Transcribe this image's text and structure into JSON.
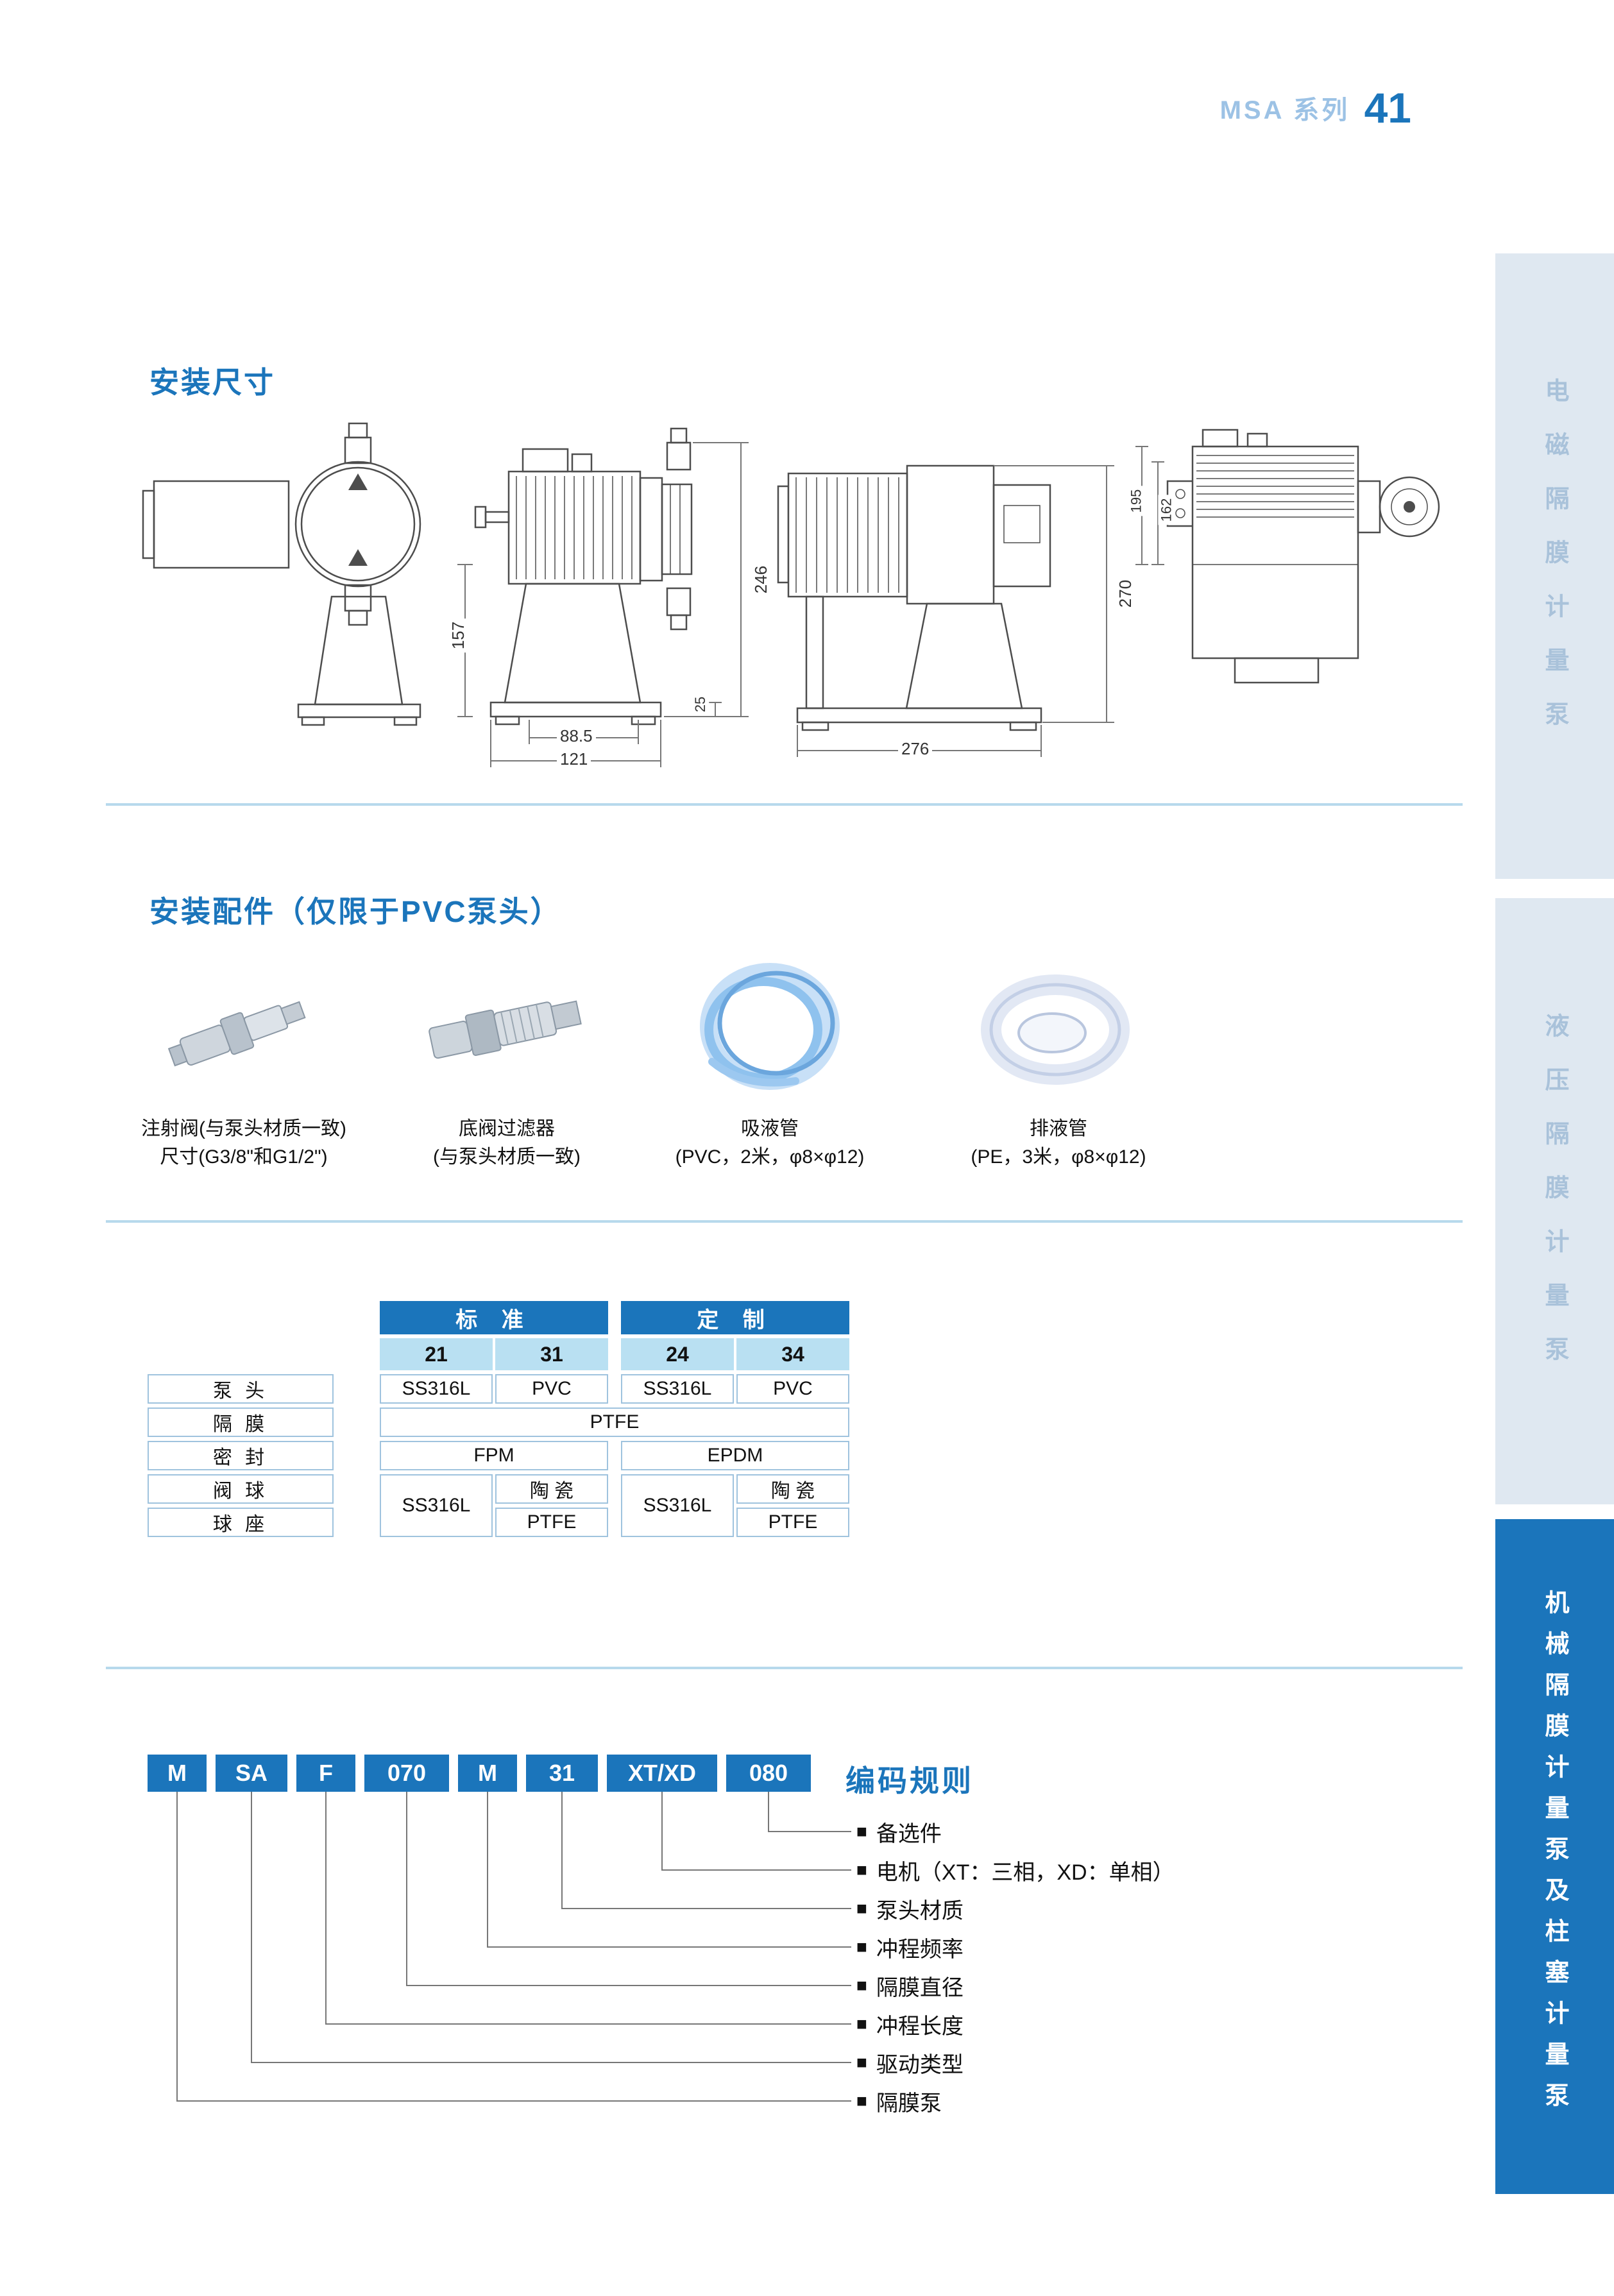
{
  "colors": {
    "primary_blue": "#1b75bb",
    "light_blue_text": "#9cc2e5",
    "tab_inactive_bg": "#dfe8f1",
    "tab_inactive_text": "#a9c2da",
    "table_subheader_bg": "#b9e0f2",
    "divider": "#b7d9ec"
  },
  "header": {
    "series_label": "MSA 系列",
    "page_number": "41"
  },
  "sidebar": {
    "tabs": [
      {
        "label": "电磁隔膜计量泵",
        "active": false
      },
      {
        "label": "液压隔膜计量泵",
        "active": false
      },
      {
        "label": "机械隔膜计量泵及柱塞计量泵",
        "active": true
      }
    ]
  },
  "dimensions_section": {
    "title": "安装尺寸",
    "dims": {
      "d157": "157",
      "d246": "246",
      "d88_5": "88.5",
      "d121": "121",
      "d25": "25",
      "d276": "276",
      "d270": "270",
      "d195": "195",
      "d162": "162"
    }
  },
  "accessories_section": {
    "title": "安装配件（仅限于PVC泵头）",
    "items": [
      {
        "line1": "注射阀(与泵头材质一致)",
        "line2": "尺寸(G3/8\"和G1/2\")"
      },
      {
        "line1": "底阀过滤器",
        "line2": "(与泵头材质一致)"
      },
      {
        "line1": "吸液管",
        "line2": "(PVC，2米，φ8×φ12)"
      },
      {
        "line1": "排液管",
        "line2": "(PE，3米，φ8×φ12)"
      }
    ]
  },
  "materials_table": {
    "group_standard": "标 准",
    "group_custom": "定 制",
    "columns": [
      "21",
      "31",
      "24",
      "34"
    ],
    "row_labels": {
      "pump_head": "泵 头",
      "diaphragm": "隔 膜",
      "seal": "密 封",
      "valve_ball": "阀 球",
      "ball_seat": "球 座"
    },
    "cells": {
      "pump_head_21": "SS316L",
      "pump_head_31": "PVC",
      "pump_head_24": "SS316L",
      "pump_head_34": "PVC",
      "diaphragm_all": "PTFE",
      "seal_standard": "FPM",
      "seal_custom": "EPDM",
      "ball_21": "SS316L",
      "ball_31": "陶 瓷",
      "seat_31": "PTFE",
      "ball_24": "SS316L",
      "ball_34": "陶 瓷",
      "seat_34": "PTFE"
    }
  },
  "coding_section": {
    "title": "编码规则",
    "codes": [
      "M",
      "SA",
      "F",
      "070",
      "M",
      "31",
      "XT/XD",
      "080"
    ],
    "marker": "■",
    "legend": [
      "备选件",
      "电机（XT：三相，XD：单相）",
      "泵头材质",
      "冲程频率",
      "隔膜直径",
      "冲程长度",
      "驱动类型",
      "隔膜泵"
    ]
  }
}
